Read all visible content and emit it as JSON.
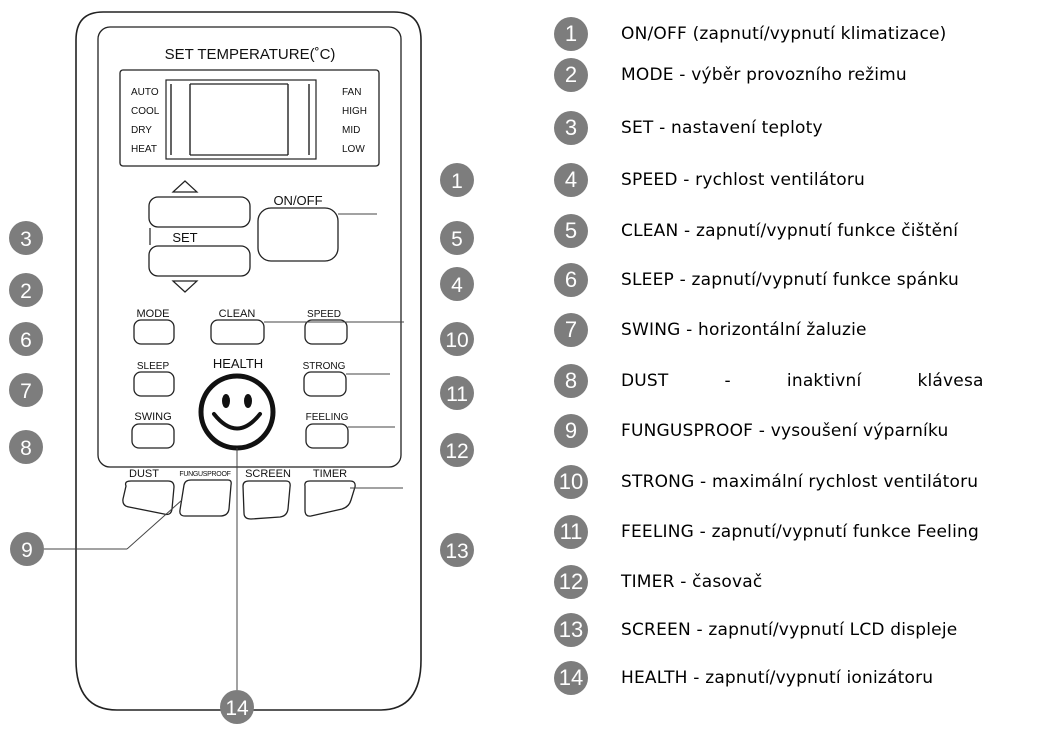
{
  "remote": {
    "display_title": "SET TEMPERATURE(˚C)",
    "modes_left": [
      "AUTO",
      "COOL",
      "DRY",
      "HEAT"
    ],
    "modes_right": [
      "FAN",
      "HIGH",
      "MID",
      "LOW"
    ],
    "buttons": {
      "set": "SET",
      "on_off": "ON/OFF",
      "mode": "MODE",
      "clean": "CLEAN",
      "speed": "SPEED",
      "sleep": "SLEEP",
      "health": "HEALTH",
      "strong": "STRONG",
      "swing": "SWING",
      "feeling": "FEELING",
      "dust": "DUST",
      "fungusproof": "FUNGUSPROOF",
      "screen": "SCREEN",
      "timer": "TIMER"
    }
  },
  "callouts": {
    "c1": "1",
    "c2": "2",
    "c3": "3",
    "c4": "4",
    "c5": "5",
    "c6": "6",
    "c7": "7",
    "c8": "8",
    "c9": "9",
    "c10": "10",
    "c11": "11",
    "c12": "12",
    "c13": "13",
    "c14": "14"
  },
  "legend": [
    {
      "num": "1",
      "text": "ON/OFF (zapnutí/vypnutí klimatizace)"
    },
    {
      "num": "2",
      "text": "MODE - výběr provozního režimu"
    },
    {
      "num": "3",
      "text": "SET - nastavení teploty"
    },
    {
      "num": "4",
      "text": "SPEED - rychlost ventilátoru"
    },
    {
      "num": "5",
      "text": "CLEAN - zapnutí/vypnutí funkce čištění"
    },
    {
      "num": "6",
      "text": "SLEEP - zapnutí/vypnutí funkce spánku"
    },
    {
      "num": "7",
      "text": "SWING - horizontální žaluzie"
    },
    {
      "num": "8",
      "text": "DUST          -          inaktivní          klávesa"
    },
    {
      "num": "9",
      "text": "FUNGUSPROOF - vysoušení výparníku"
    },
    {
      "num": "10",
      "text": "STRONG - maximální rychlost ventilátoru"
    },
    {
      "num": "11",
      "text": "FEELING - zapnutí/vypnutí funkce Feeling"
    },
    {
      "num": "12",
      "text": "TIMER - časovač"
    },
    {
      "num": "13",
      "text": "SCREEN - zapnutí/vypnutí LCD displeje"
    },
    {
      "num": "14",
      "text": "HEALTH - zapnutí/vypnutí ionizátoru"
    }
  ],
  "colors": {
    "badge": "#7d7d7d",
    "line": "#222222",
    "background": "#ffffff"
  }
}
